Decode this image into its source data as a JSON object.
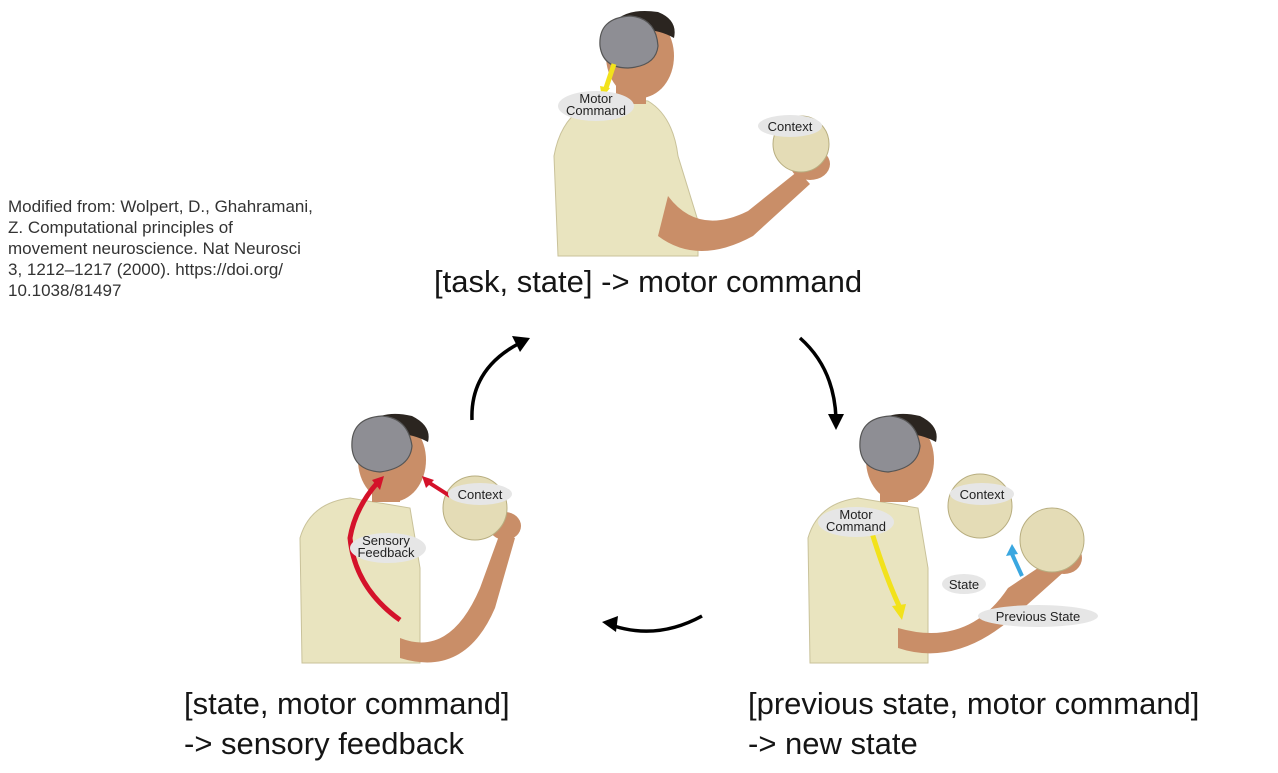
{
  "citation": "Modified from: Wolpert, D., Ghahramani,\nZ. Computational principles of\nmovement neuroscience. Nat Neurosci\n3, 1212–1217 (2000). https://doi.org/\n10.1038/81497",
  "captions": {
    "top": "[task, state] -> motor command",
    "left": [
      "[state, motor command]",
      "-> sensory feedback"
    ],
    "right": [
      "[previous state, motor command]",
      "-> new state"
    ]
  },
  "figures": {
    "top": {
      "labels": {
        "motor_command": [
          "Motor",
          "Command"
        ],
        "context": "Context"
      },
      "arrow_color": "#f2e21b"
    },
    "left": {
      "labels": {
        "sensory_feedback": [
          "Sensory",
          "Feedback"
        ],
        "context": "Context"
      },
      "arrow_color": "#d4122a"
    },
    "right": {
      "labels": {
        "motor_command": [
          "Motor",
          "Command"
        ],
        "context": "Context",
        "state": "State",
        "previous_state": "Previous State"
      },
      "arrow_colors": {
        "motor": "#f2e21b",
        "state": "#3aa7e0"
      }
    }
  },
  "colors": {
    "skin": "#c98e68",
    "shirt": "#e9e4bf",
    "brain": "#8e8e94",
    "hair": "#2b2520",
    "ball": "#e4dcb6",
    "pill": "#e6e6e6",
    "cycle_arrow": "#000000"
  }
}
